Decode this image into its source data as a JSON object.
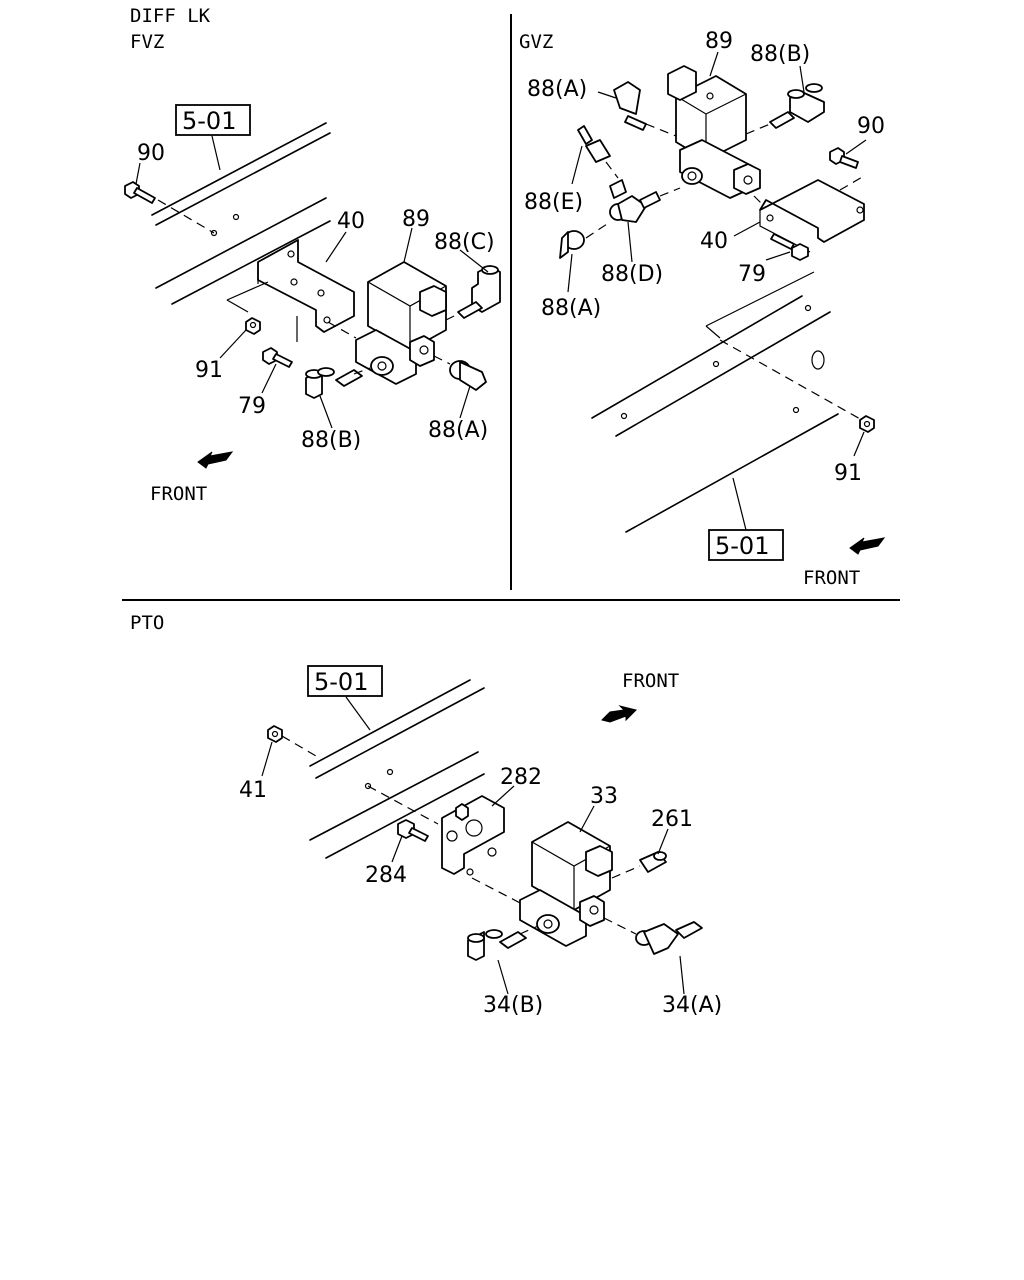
{
  "panels": {
    "diff_lk": {
      "title": "DIFF LK",
      "variant": "FVZ"
    },
    "gvz": {
      "variant": "GVZ"
    },
    "pto": {
      "title": "PTO"
    }
  },
  "front_label": "FRONT",
  "ref_label": "5-01",
  "callouts_a": {
    "c90": "90",
    "c40": "40",
    "c89": "89",
    "c88c": "88(C)",
    "c91": "91",
    "c79": "79",
    "c88b": "88(B)",
    "c88a": "88(A)"
  },
  "callouts_b": {
    "c89": "89",
    "c88b": "88(B)",
    "c88a_top": "88(A)",
    "c90": "90",
    "c88e": "88(E)",
    "c40": "40",
    "c79": "79",
    "c88d": "88(D)",
    "c88a_bottom": "88(A)",
    "c91": "91"
  },
  "callouts_c": {
    "c41": "41",
    "c282": "282",
    "c33": "33",
    "c261": "261",
    "c284": "284",
    "c34b": "34(B)",
    "c34a": "34(A)"
  }
}
